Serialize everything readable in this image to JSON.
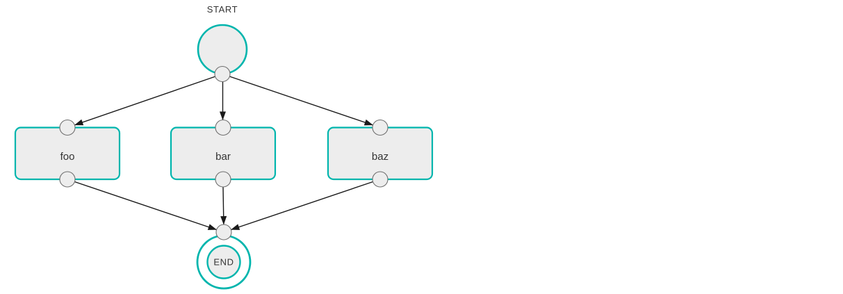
{
  "diagram": {
    "type": "workflow-graph",
    "nodes": {
      "start": {
        "id": "start",
        "kind": "start-event",
        "label": "START"
      },
      "foo": {
        "id": "foo",
        "kind": "task",
        "label": "foo"
      },
      "bar": {
        "id": "bar",
        "kind": "task",
        "label": "bar"
      },
      "baz": {
        "id": "baz",
        "kind": "task",
        "label": "baz"
      },
      "end": {
        "id": "end",
        "kind": "end-event",
        "label": "END"
      }
    },
    "edges": [
      {
        "from": "start",
        "to": "foo"
      },
      {
        "from": "start",
        "to": "bar"
      },
      {
        "from": "start",
        "to": "baz"
      },
      {
        "from": "foo",
        "to": "end"
      },
      {
        "from": "bar",
        "to": "end"
      },
      {
        "from": "baz",
        "to": "end"
      }
    ],
    "colors": {
      "accent": "#00b5ad",
      "node_fill": "#ededed",
      "edge": "#1a1a1a",
      "port_border": "#6f6f6f",
      "text": "#333333",
      "background": "#ffffff"
    }
  }
}
